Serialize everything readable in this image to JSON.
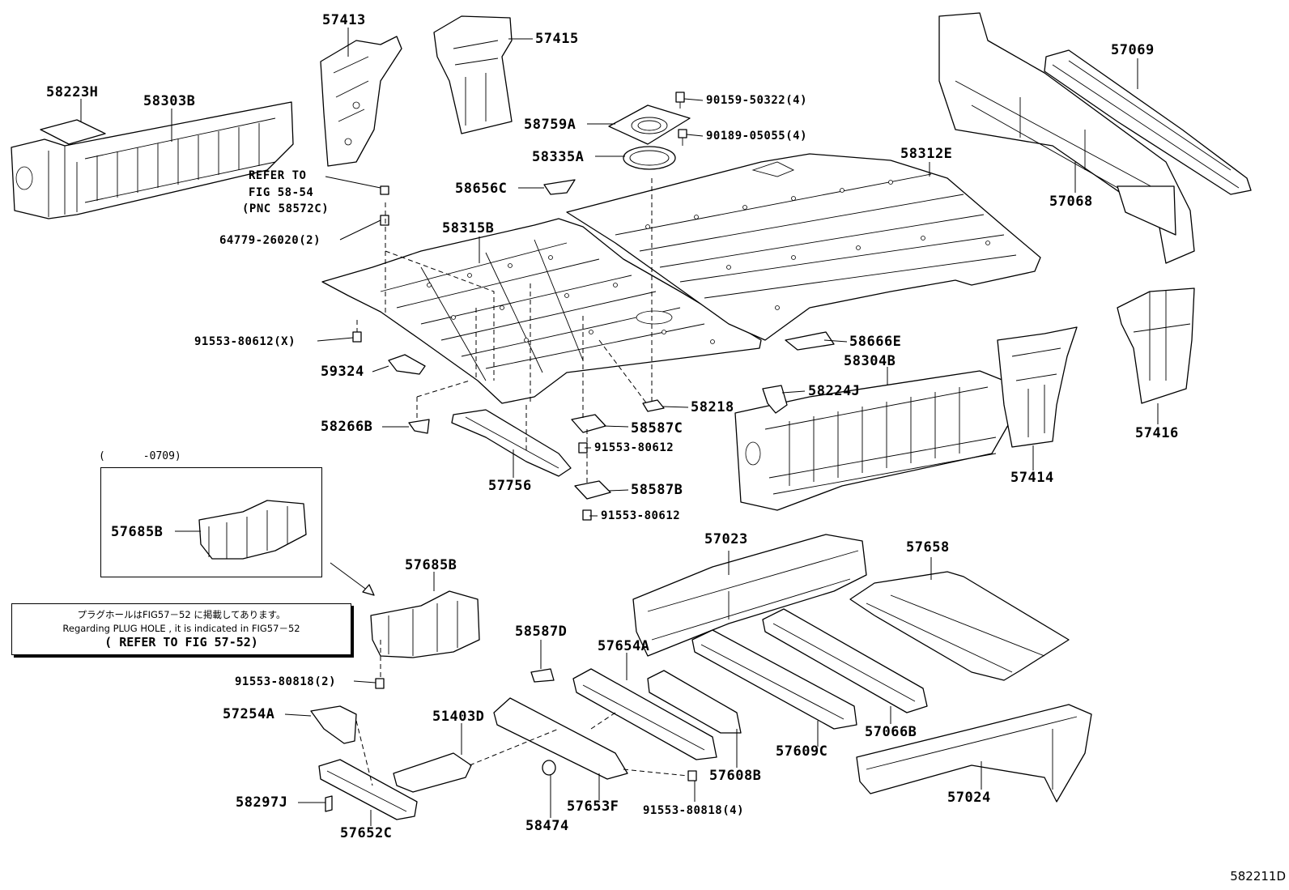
{
  "diagram_id": "582211D",
  "inset_caption": "(      -0709)",
  "note": {
    "line_jp": "プラグホールはFIG57－52 に掲載してあります。",
    "line_en": "Regarding PLUG HOLE , it is indicated in FIG57－52",
    "line_ref": "( REFER TO FIG 57-52)"
  },
  "refer_text": {
    "line1": "REFER TO",
    "line2": "FIG 58-54",
    "line3": "(PNC 58572C)"
  },
  "labels": {
    "p58223H": "58223H",
    "p58303B": "58303B",
    "p57413": "57413",
    "p57415": "57415",
    "p90159": "90159-50322(4)",
    "p90189": "90189-05055(4)",
    "p58759A": "58759A",
    "p58335A": "58335A",
    "p58656C": "58656C",
    "p58312E": "58312E",
    "p57069": "57069",
    "p57068": "57068",
    "p64779": "64779-26020(2)",
    "p58315B": "58315B",
    "p91553x": "91553-80612(X)",
    "p59324": "59324",
    "p58666E": "58666E",
    "p58304B": "58304B",
    "p58224J": "58224J",
    "p58218": "58218",
    "p58266B": "58266B",
    "p58587C": "58587C",
    "p91553a": "91553-80612",
    "p57756": "57756",
    "p58587B": "58587B",
    "p91553b": "91553-80612",
    "p57414": "57414",
    "p57416": "57416",
    "p57685B_inset": "57685B",
    "p57685B": "57685B",
    "p57023": "57023",
    "p57658": "57658",
    "p91553c": "91553-80818(2)",
    "p58587D": "58587D",
    "p57654A": "57654A",
    "p57254A": "57254A",
    "p51403D": "51403D",
    "p57608B": "57608B",
    "p57609C": "57609C",
    "p57066B": "57066B",
    "p57024": "57024",
    "p58297J": "58297J",
    "p57652C": "57652C",
    "p58474": "58474",
    "p57653F": "57653F",
    "p91553d": "91553-80818(4)"
  }
}
